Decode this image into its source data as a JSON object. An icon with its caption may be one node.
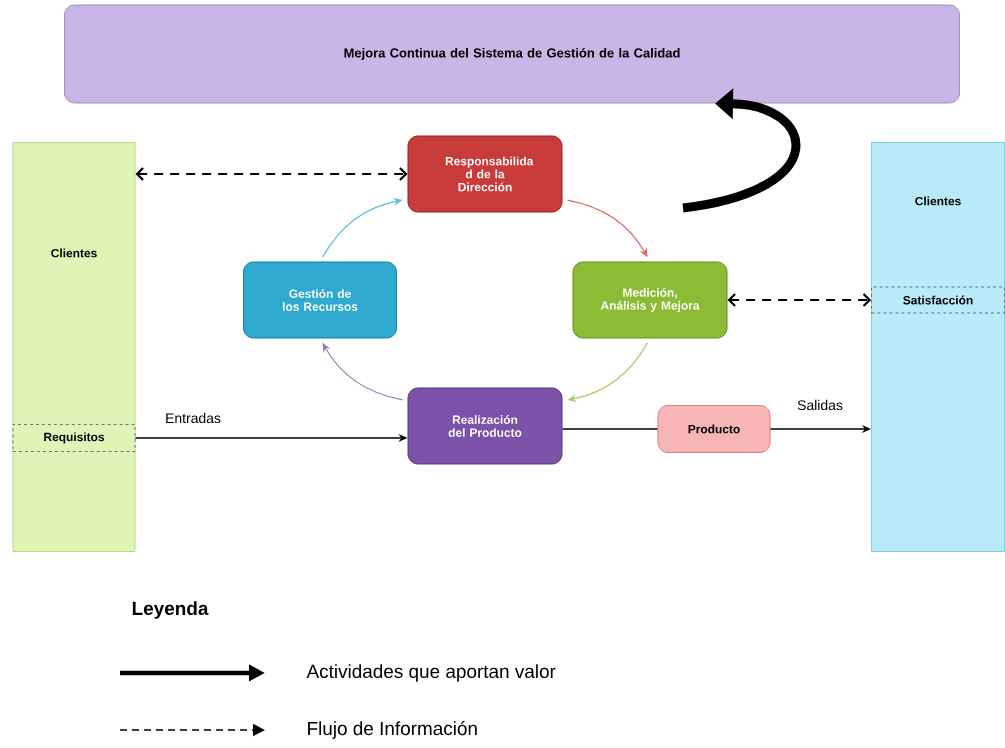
{
  "diagram": {
    "nodes": [
      {
        "text": [
          "Mejora Continua del Sistema de Gestión de la Calidad"
        ]
      },
      {
        "text": [
          "Clientes"
        ]
      },
      {
        "text": [
          "Requisitos"
        ],
        "in": 1
      },
      {
        "text": [
          "Responsabilida d de la Dirección"
        ]
      },
      {
        "text": [
          "Gestión de los Recursos"
        ]
      },
      {
        "text": [
          "Medición, Análisis y Mejora"
        ]
      },
      {
        "text": [
          "Realización del Producto"
        ]
      },
      {
        "text": [
          "Producto"
        ]
      },
      {
        "text": [
          "Clientes"
        ]
      },
      {
        "text": [
          "Satisfacción"
        ],
        "in": 8
      }
    ],
    "edges": [
      {
        "from": 1,
        "to": 3,
        "arrow": "both",
        "style": "dashed"
      },
      {
        "from": 5,
        "to": 9,
        "arrow": "both",
        "style": "dashed"
      },
      {
        "from": 3,
        "to": 5,
        "arrow": "to",
        "color": "#e06666"
      },
      {
        "from": 5,
        "to": 6,
        "arrow": "to",
        "color": "#a8cc6a"
      },
      {
        "from": 6,
        "to": 4,
        "arrow": "to",
        "color": "#9c7cc0"
      },
      {
        "from": 4,
        "to": 3,
        "arrow": "to",
        "color": "#5bbde0"
      },
      {
        "from": 2,
        "to": 6,
        "arrow": "to",
        "label": "Entradas"
      },
      {
        "from": 6,
        "to": 7,
        "arrow": "none"
      },
      {
        "from": 7,
        "to": 8,
        "arrow": "to",
        "label": "Salidas"
      },
      {
        "from": null,
        "to": 0,
        "arrow": "to",
        "style": "thick"
      }
    ],
    "labels": [
      "Leyenda"
    ],
    "legend": [
      {
        "text": "Actividades que aportan valor"
      },
      {
        "text": "Flujo de Información"
      }
    ]
  }
}
